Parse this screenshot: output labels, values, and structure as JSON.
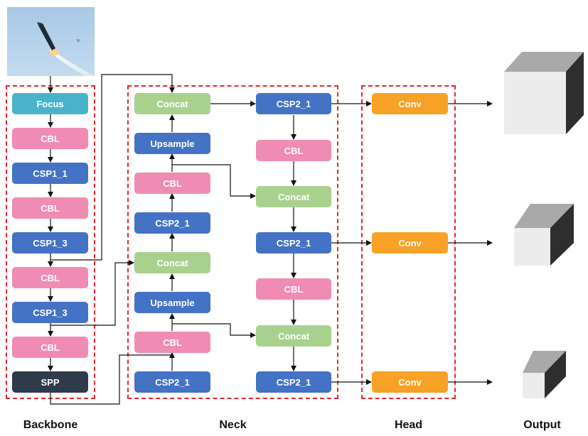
{
  "sections": {
    "backbone": "Backbone",
    "neck": "Neck",
    "head": "Head",
    "output": "Output"
  },
  "photo": {
    "subject": "missile-launch-image"
  },
  "backbone": {
    "focus": "Focus",
    "cbl_1": "CBL",
    "csp1_1": "CSP1_1",
    "cbl_2": "CBL",
    "csp1_3_a": "CSP1_3",
    "cbl_3": "CBL",
    "csp1_3_b": "CSP1_3",
    "cbl_4": "CBL",
    "spp": "SPP"
  },
  "neck_left": {
    "concat_1": "Concat",
    "upsample_1": "Upsample",
    "cbl_1": "CBL",
    "csp2_1_a": "CSP2_1",
    "concat_2": "Concat",
    "upsample_2": "Upsample",
    "cbl_2": "CBL",
    "csp2_1_b": "CSP2_1"
  },
  "neck_right": {
    "csp2_1_a": "CSP2_1",
    "cbl_1": "CBL",
    "concat_1": "Concat",
    "csp2_1_b": "CSP2_1",
    "cbl_2": "CBL",
    "concat_2": "Concat",
    "csp2_1_c": "CSP2_1"
  },
  "head": {
    "conv_1": "Conv",
    "conv_2": "Conv",
    "conv_3": "Conv"
  },
  "colors": {
    "focus": "#4bb3c9",
    "cbl": "#f08cb4",
    "csp": "#4472c4",
    "concat": "#a9d18e",
    "conv": "#f7a127",
    "spp": "#2f3a4a",
    "dashed_border": "#e8262e"
  }
}
